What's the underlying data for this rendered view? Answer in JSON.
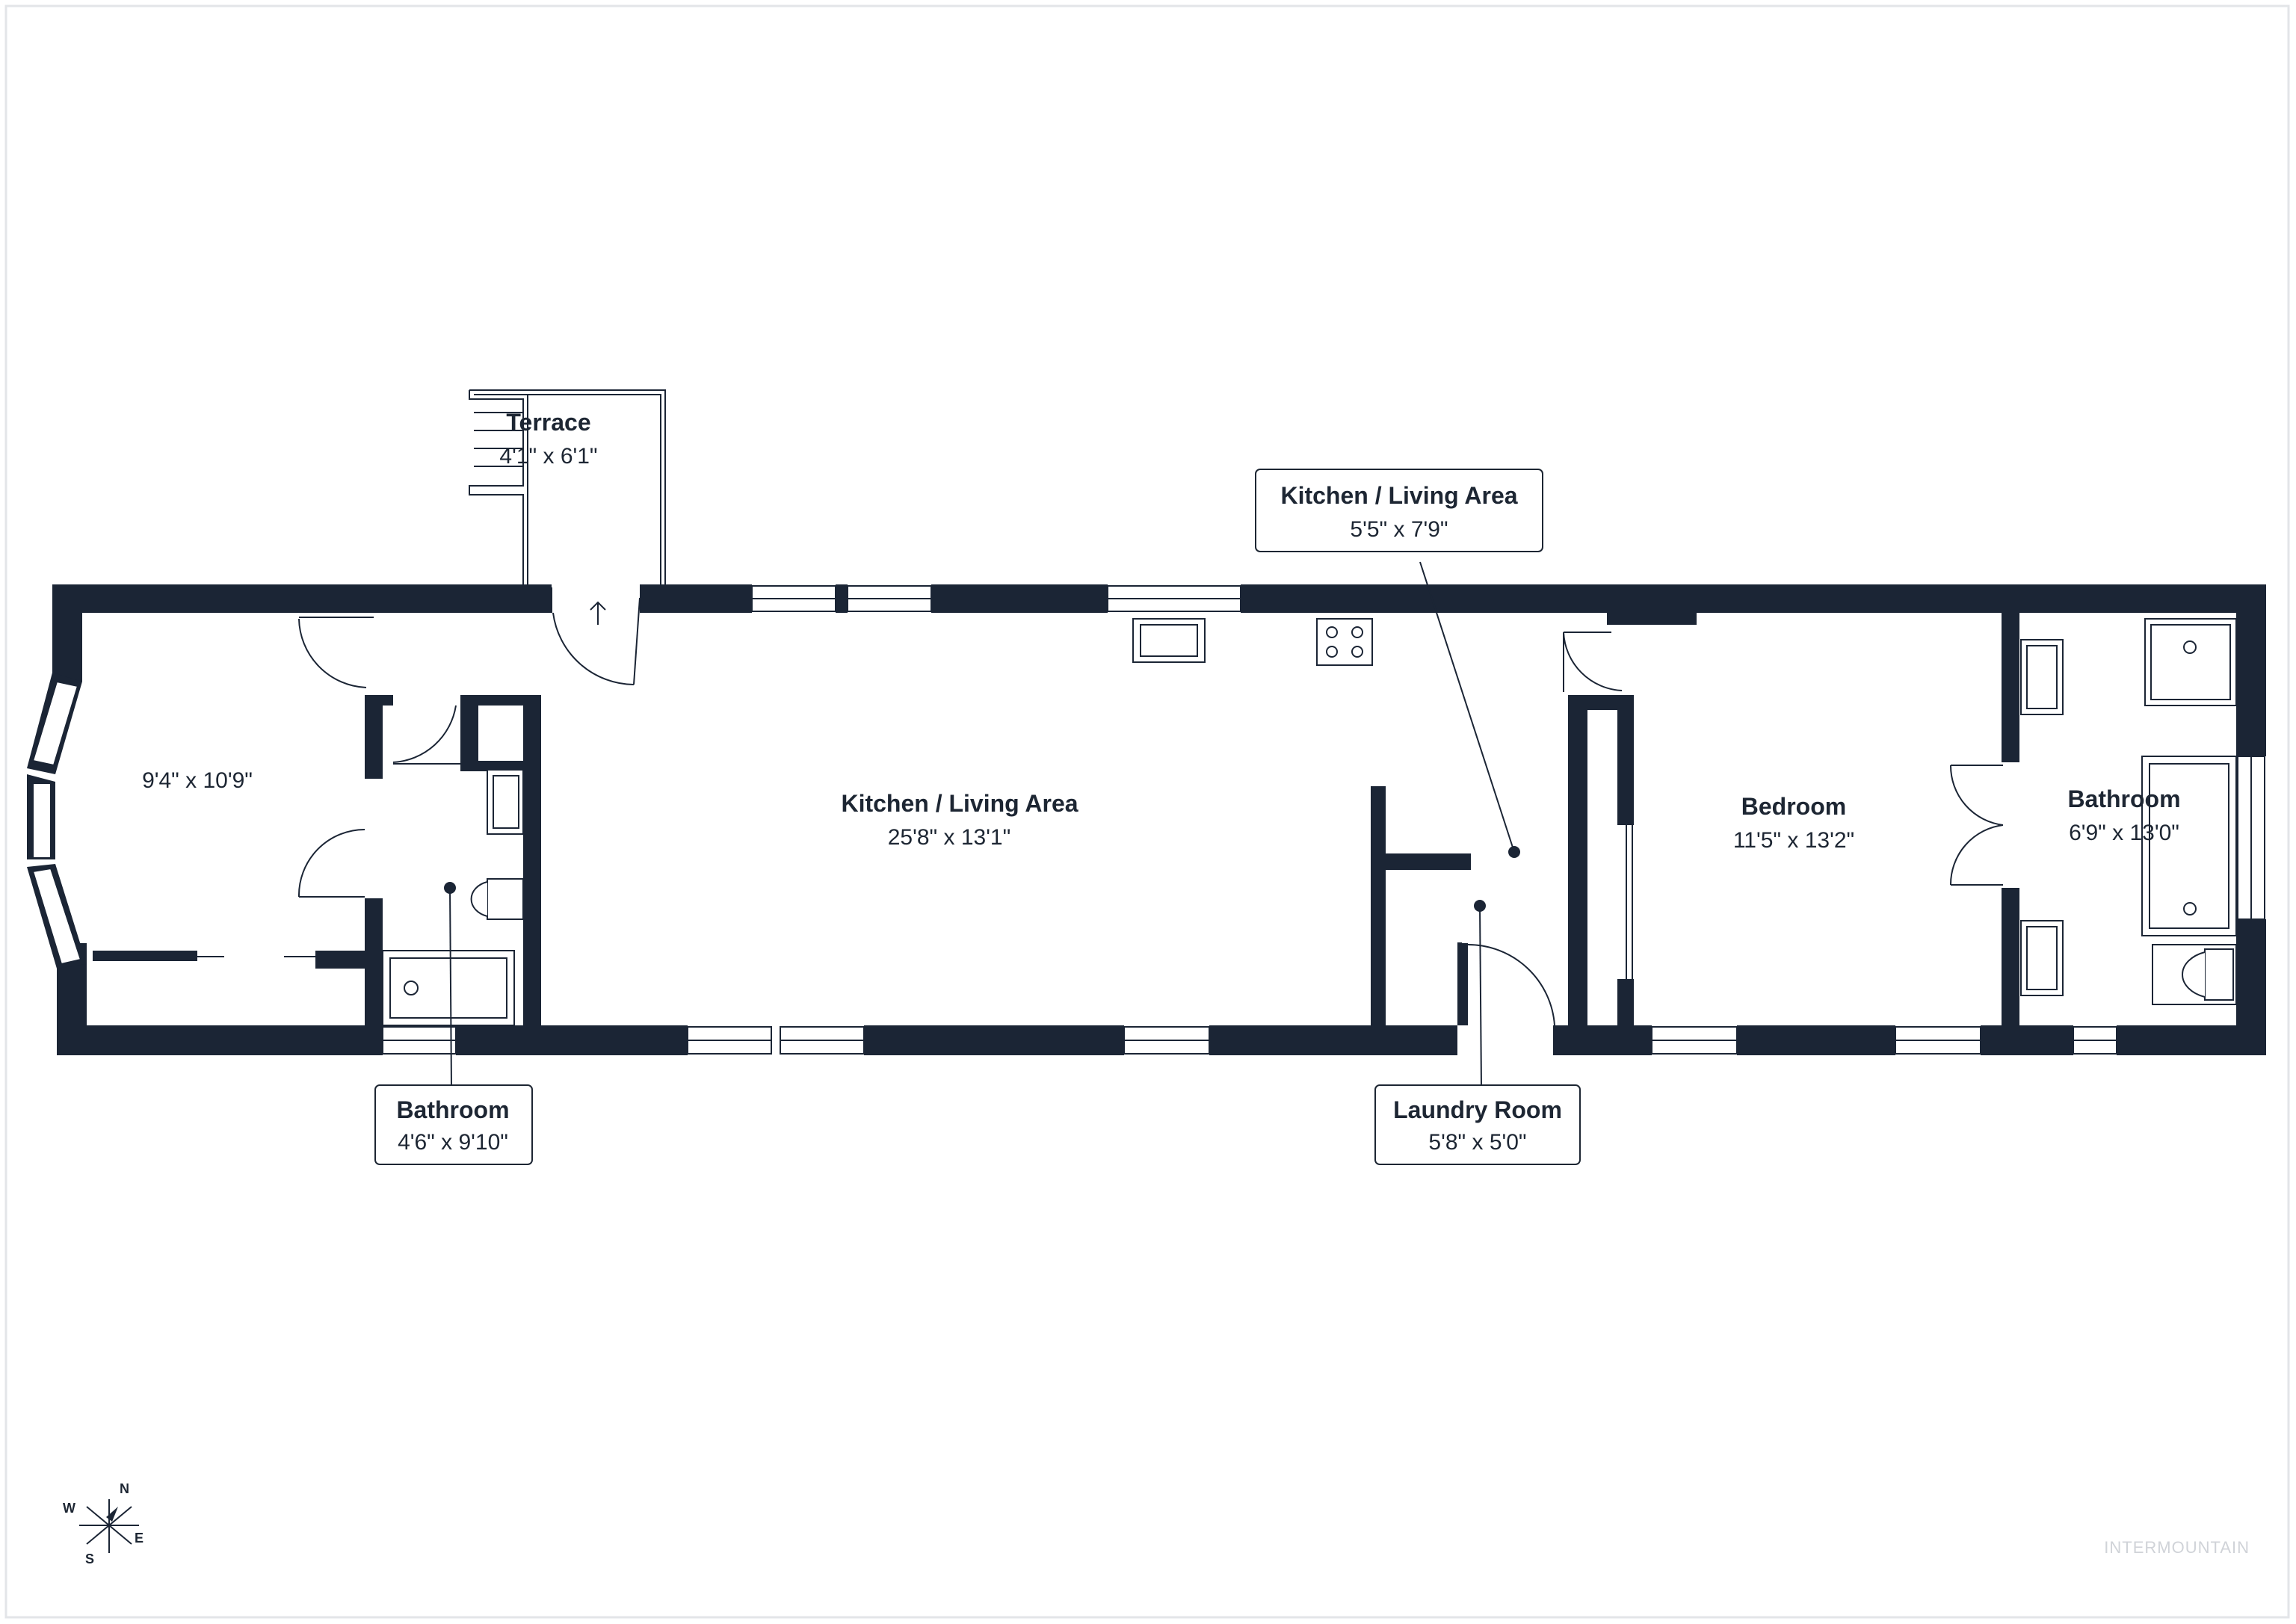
{
  "rooms": {
    "terrace": {
      "name": "Terrace",
      "dims": "4'1\" x 6'1\""
    },
    "unnamed_room": {
      "dims": "9'4\" x 10'9\""
    },
    "kitchen_living": {
      "name": "Kitchen / Living Area",
      "dims": "25'8\" x 13'1\""
    },
    "kitchen_callout": {
      "name": "Kitchen / Living Area",
      "dims": "5'5\" x 7'9\""
    },
    "bedroom": {
      "name": "Bedroom",
      "dims": "11'5\" x 13'2\""
    },
    "bathroom_east": {
      "name": "Bathroom",
      "dims": "6'9\" x 13'0\""
    },
    "bathroom_west": {
      "name": "Bathroom",
      "dims": "4'6\" x 9'10\""
    },
    "laundry": {
      "name": "Laundry Room",
      "dims": "5'8\" x 5'0\""
    }
  },
  "compass": {
    "n": "N",
    "s": "S",
    "e": "E",
    "w": "W"
  },
  "watermark": "INTERMOUNTAIN",
  "colors": {
    "wall": "#1b2535",
    "text": "#1d2633",
    "background": "#ffffff",
    "border": "#e3e5e8"
  }
}
